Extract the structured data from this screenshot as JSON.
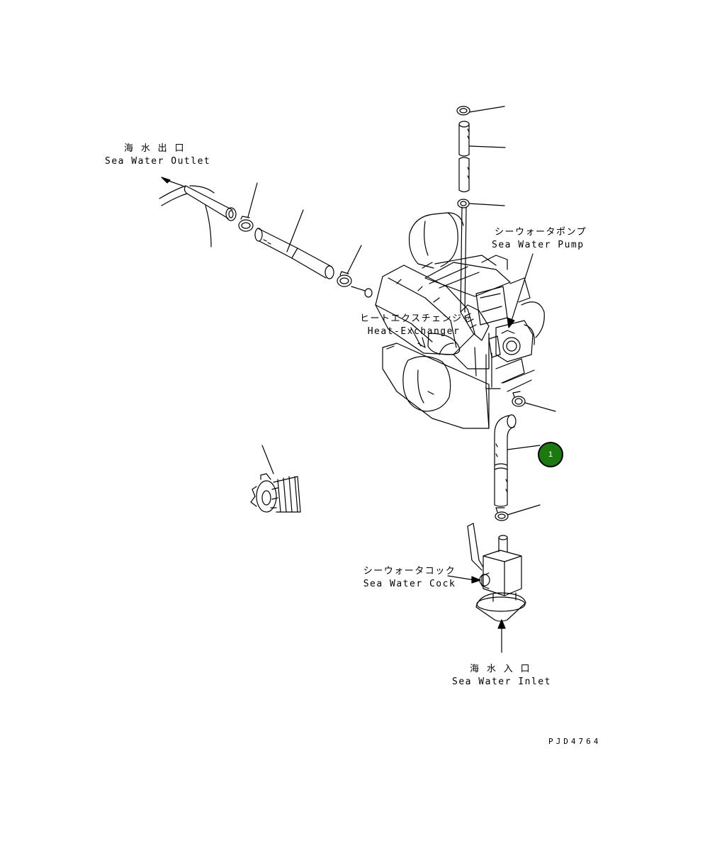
{
  "labels": {
    "outlet_jp": "海 水 出 口",
    "outlet_en": "Sea Water Outlet",
    "pump_jp": "シーウォータポンプ",
    "pump_en": "Sea Water Pump",
    "hx_jp": "ヒートエクスチェンジャ",
    "hx_en": "Heat-Exchanger",
    "cock_jp": "シーウォータコック",
    "cock_en": "Sea Water Cock",
    "inlet_jp": "海 水 入 口",
    "inlet_en": "Sea Water Inlet"
  },
  "callout": {
    "number": "1",
    "color": "#1a7a10"
  },
  "drawing_code": "PJD4764"
}
